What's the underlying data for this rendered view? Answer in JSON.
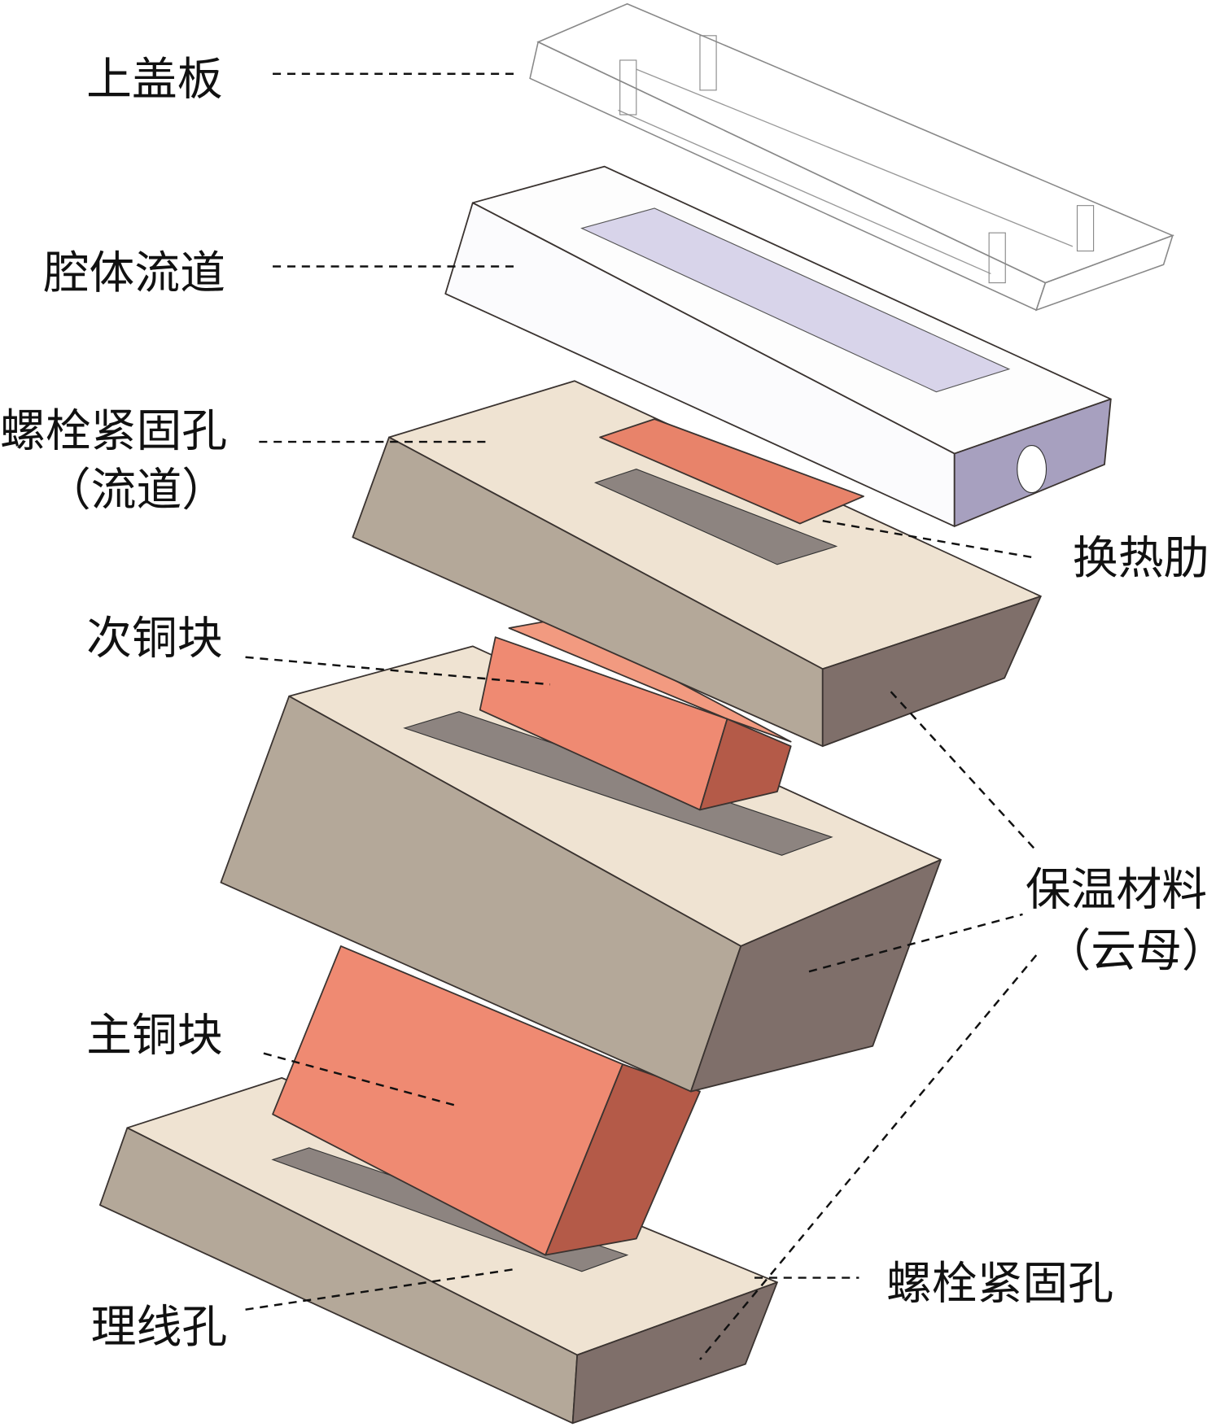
{
  "labels": {
    "top_cover": "上盖板",
    "cavity_channel": "腔体流道",
    "bolt_holes_channel_line1": "螺栓紧固孔",
    "bolt_holes_channel_line2": "（流道）",
    "heat_fins": "换热肋",
    "secondary_copper": "次铜块",
    "insulation_line1": "保温材料",
    "insulation_line2": "（云母）",
    "main_copper": "主铜块",
    "bolt_holes": "螺栓紧固孔",
    "wire_hole": "理线孔"
  },
  "colors": {
    "insulation_top": "#efe3d2",
    "insulation_front": "#b4a899",
    "insulation_side": "#7f6f6a",
    "copper_front": "#ef8a72",
    "copper_side": "#b45a48",
    "cavity_side": "#a7a0bf"
  }
}
